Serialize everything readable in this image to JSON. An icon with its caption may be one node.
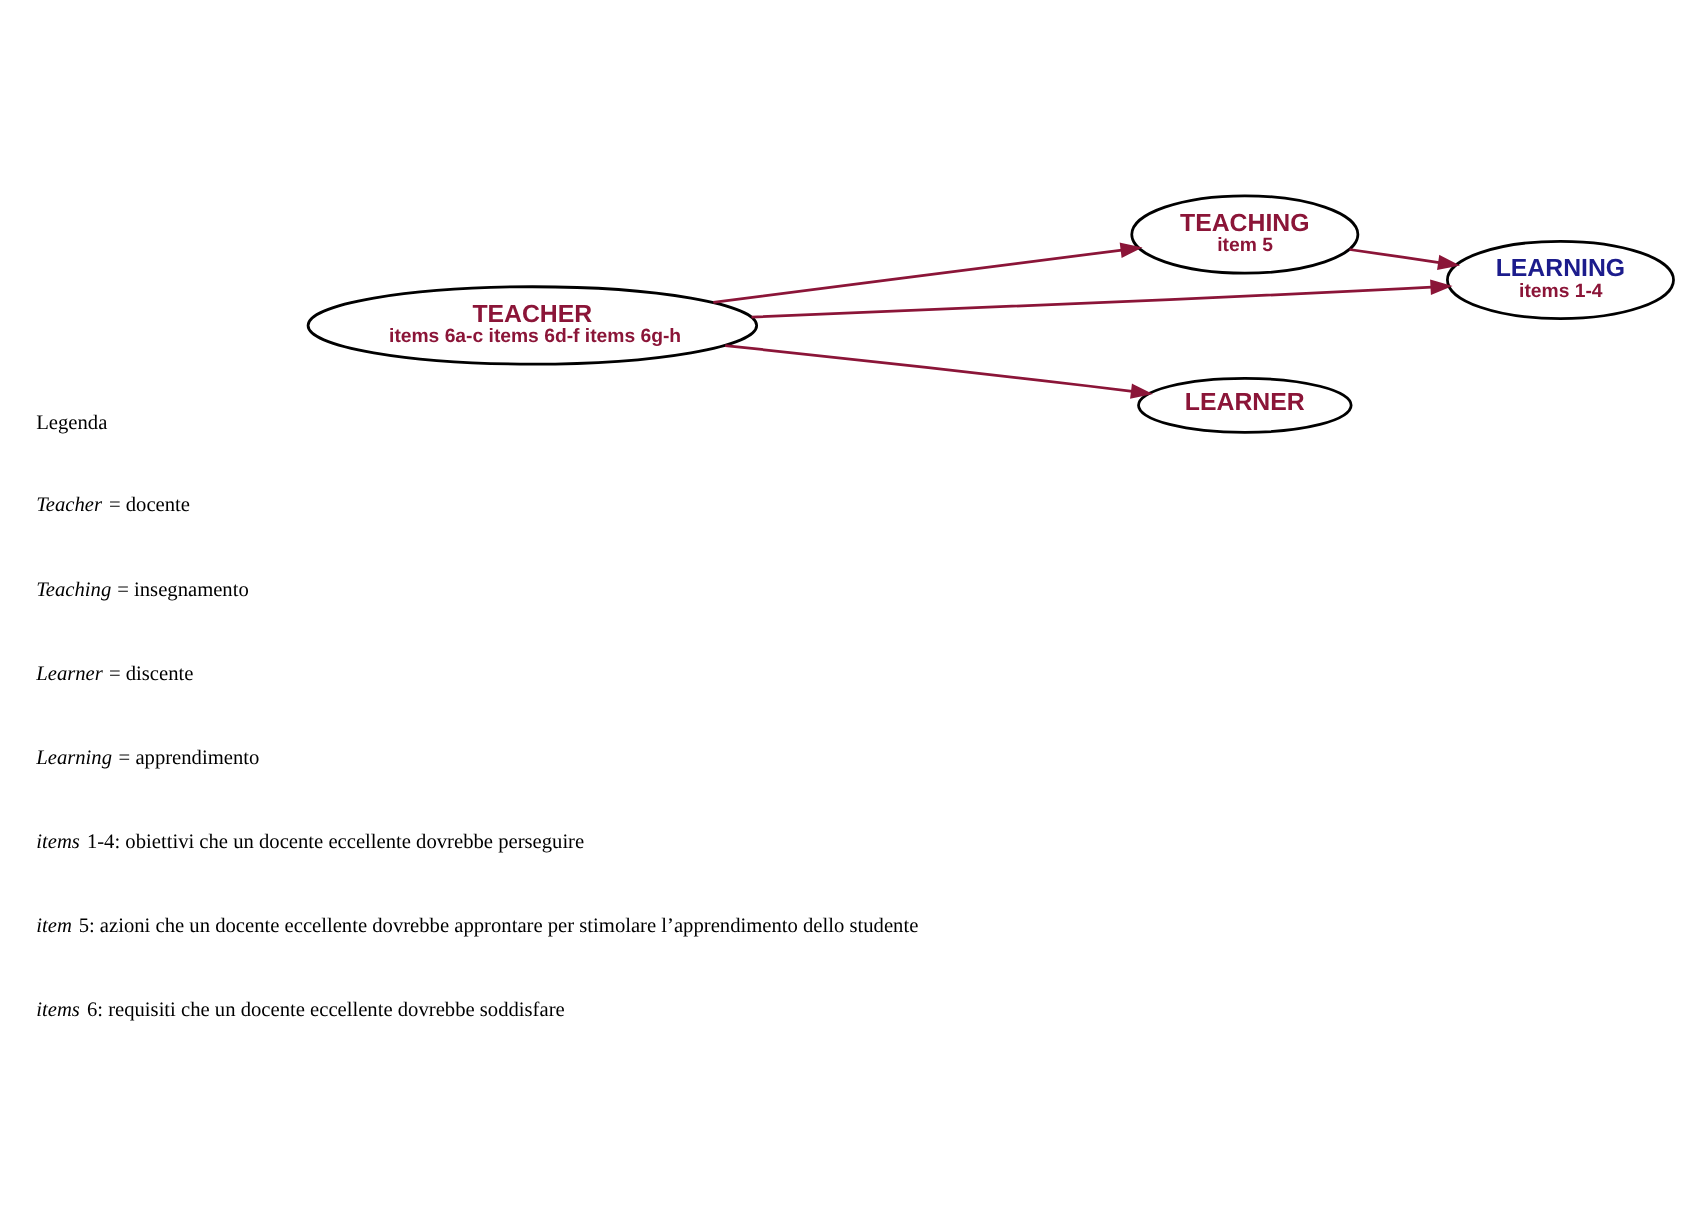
{
  "diagram": {
    "nodes": [
      {
        "text": [
          "TEACHER",
          "items 6a-c items 6d-f items 6g-h"
        ]
      },
      {
        "text": [
          "TEACHING",
          "item 5"
        ]
      },
      {
        "text": [
          "LEARNING",
          "items 1-4"
        ]
      },
      {
        "text": [
          "LEARNER"
        ]
      }
    ],
    "edges": [
      {
        "from": 0,
        "to": 1,
        "arrow": "to"
      },
      {
        "from": 1,
        "to": 2,
        "arrow": "to"
      },
      {
        "from": 0,
        "to": 2,
        "arrow": "to"
      },
      {
        "from": 0,
        "to": 3,
        "arrow": "to"
      }
    ],
    "labels": [
      "Legenda",
      "*Teacher* = docente",
      "*Teaching* = insegnamento",
      "*Learner* = discente",
      "*Learning* = apprendimento",
      "*items* 1-4: obiettivi che un docente eccellente dovrebbe perseguire",
      "*item* 5: azioni che un docente eccellente dovrebbe approntare per stimolare l’apprendimento dello studente",
      "*items* 6: requisiti che un docente eccellente dovrebbe soddisfare"
    ]
  }
}
